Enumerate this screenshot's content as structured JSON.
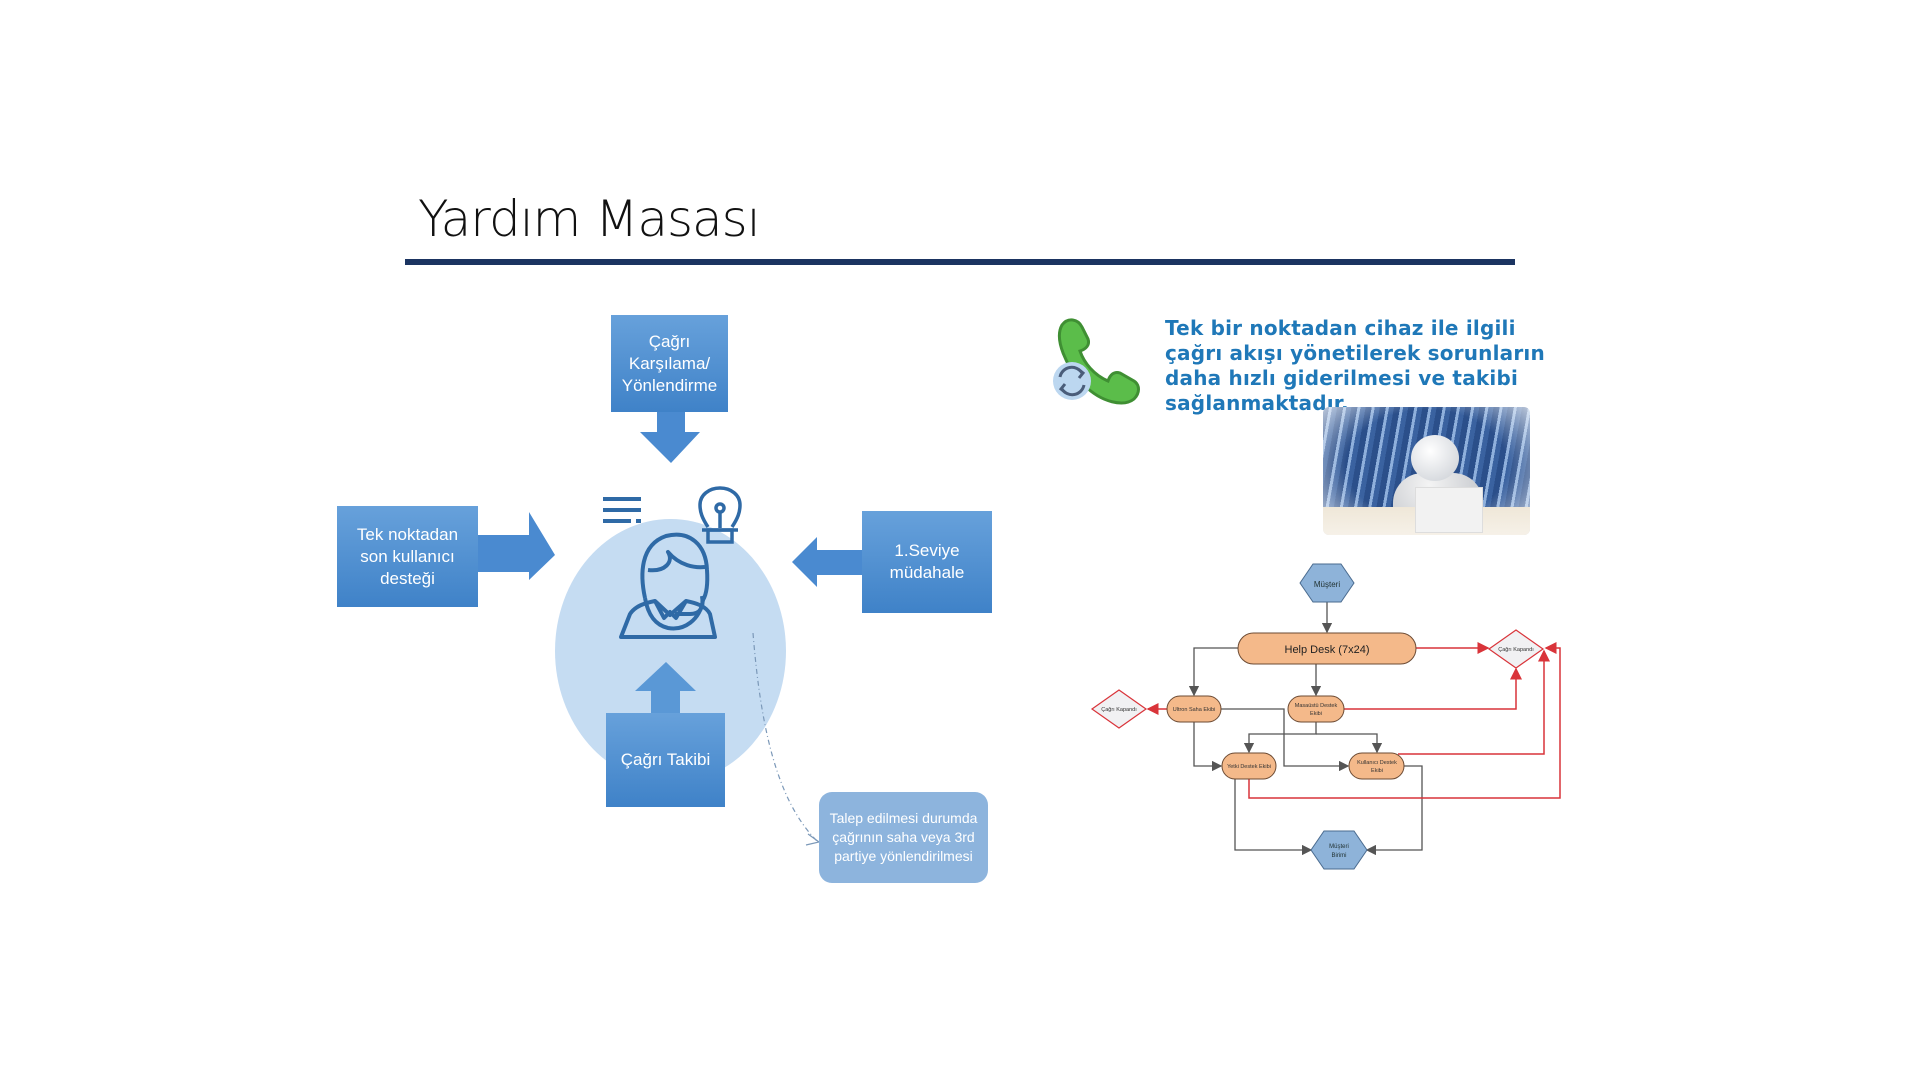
{
  "slide": {
    "title": "Yardım Masası"
  },
  "hub_diagram": {
    "center_icon": "customer-support-agent-icon",
    "boxes": {
      "top": "Çağrı Karşılama/ Yönlendirme",
      "left": "Tek noktadan son kullanıcı desteği",
      "right": "1.Seviye müdahale",
      "bottom": "Çağrı Takibi"
    },
    "callout": "Talep edilmesi durumda çağrının saha veya 3rd partiye yönlendirilmesi"
  },
  "info": {
    "icon": "phone-sync-icon",
    "text": "Tek bir noktadan cihaz ile ilgili çağrı akışı yönetilerek sorunların daha hızlı giderilmesi ve takibi sağlanmaktadır.",
    "image": "support-agent-illustration"
  },
  "flowchart": {
    "nodes": {
      "customer": "Müşteri",
      "helpdesk": "Help Desk (7x24)",
      "closed_right": "Çağrı Kapandı",
      "closed_left": "Çağrı Kapandı",
      "field_team": "Ultron Saha Ekibi",
      "desktop_team_l1": "Masaüstü Destek",
      "desktop_team_l2": "Ekibi",
      "auth_team": "Yetki Destek Ekibi",
      "user_team_l1": "Kullanıcı Destek",
      "user_team_l2": "Ekibi",
      "customer_unit_l1": "Müşteri",
      "customer_unit_l2": "Birimi"
    },
    "colors": {
      "process_fill": "#f4b98a",
      "terminal_fill": "#8eb3d9",
      "closed_edge": "#d9343a",
      "normal_edge": "#555555"
    }
  }
}
